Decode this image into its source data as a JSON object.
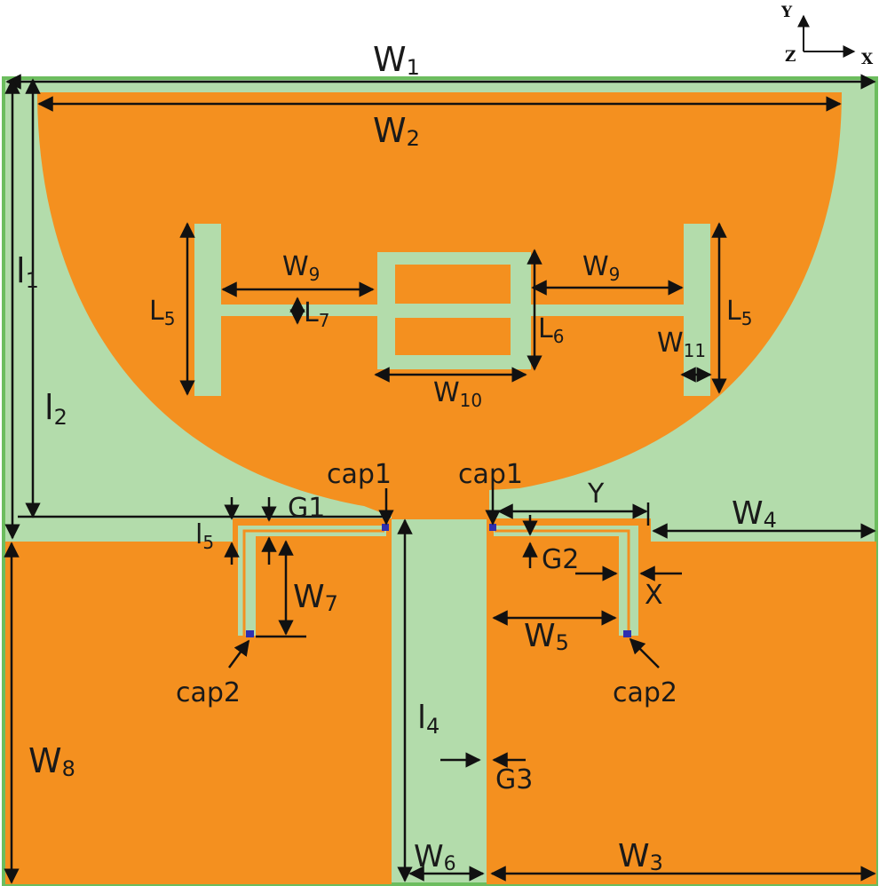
{
  "colors": {
    "substrate": "#b3dcab",
    "copper": "#f4901f",
    "border": "#6cbd5e",
    "dim": "#111111",
    "cap": "#2e2fb0"
  },
  "axes": {
    "y": "Y",
    "z": "Z",
    "x": "X"
  },
  "dims": {
    "W1": {
      "base": "W",
      "sub": "1"
    },
    "W2": {
      "base": "W",
      "sub": "2"
    },
    "W3": {
      "base": "W",
      "sub": "3"
    },
    "W4": {
      "base": "W",
      "sub": "4"
    },
    "W5": {
      "base": "W",
      "sub": "5"
    },
    "W6": {
      "base": "W",
      "sub": "6"
    },
    "W7": {
      "base": "W",
      "sub": "7"
    },
    "W8": {
      "base": "W",
      "sub": "8"
    },
    "W9a": {
      "base": "W",
      "sub": "9"
    },
    "W9b": {
      "base": "W",
      "sub": "9"
    },
    "W10": {
      "base": "W",
      "sub": "10"
    },
    "W11": {
      "base": "W",
      "sub": "11"
    },
    "L5a": {
      "base": "L",
      "sub": "5"
    },
    "L5b": {
      "base": "L",
      "sub": "5"
    },
    "L6": {
      "base": "L",
      "sub": "6"
    },
    "L7": {
      "base": "L",
      "sub": "7"
    },
    "l1": {
      "base": "l",
      "sub": "1"
    },
    "l2": {
      "base": "l",
      "sub": "2"
    },
    "l4": {
      "base": "l",
      "sub": "4"
    },
    "l5": {
      "base": "l",
      "sub": "5"
    }
  },
  "labels": {
    "cap1_left": "cap1",
    "cap1_right": "cap1",
    "cap2_left": "cap2",
    "cap2_right": "cap2",
    "G1": "G1",
    "G2": "G2",
    "G3": "G3",
    "X": "X",
    "Y": "Y"
  }
}
